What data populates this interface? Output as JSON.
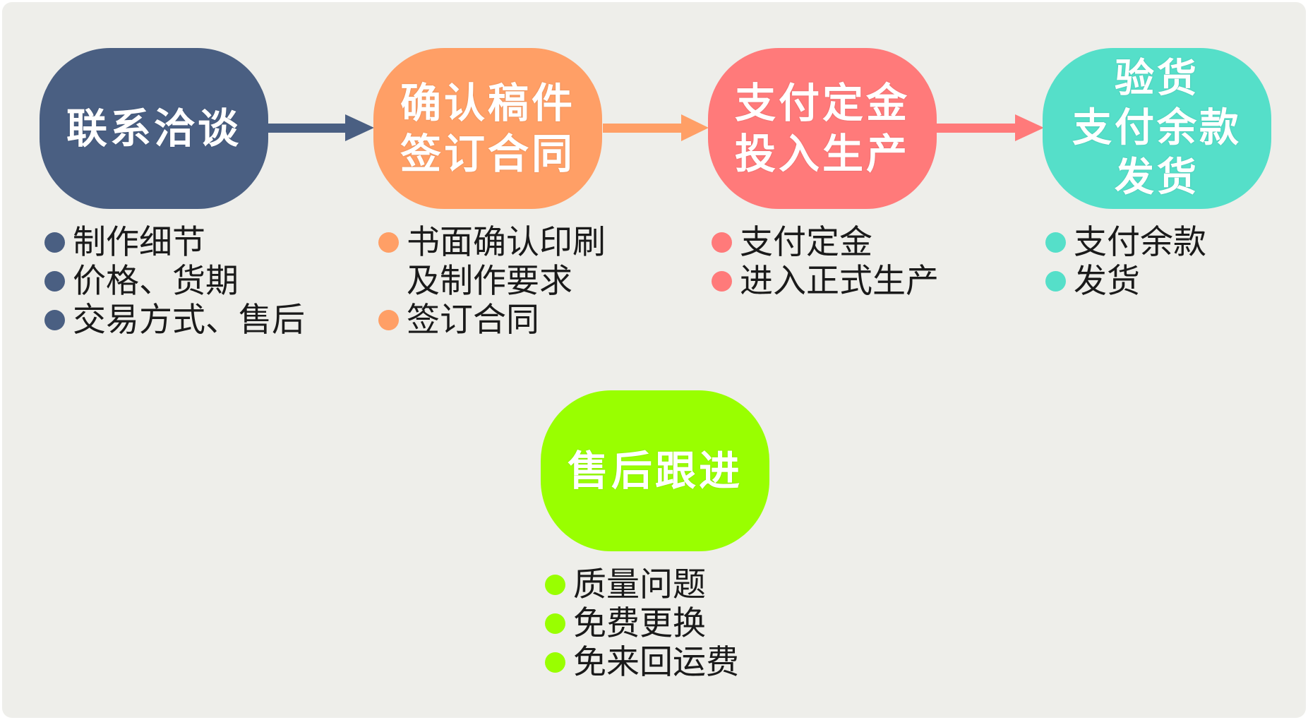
{
  "colors": {
    "background": "#eeeeea",
    "stage1": "#4a5f82",
    "stage2": "#ff9f66",
    "stage3": "#ff7a7a",
    "stage4": "#55dfc9",
    "stage5": "#99ff00",
    "text": "#1a1a1a"
  },
  "stages": [
    {
      "lines": [
        "联系洽谈"
      ],
      "bullets": [
        [
          "制作细节"
        ],
        [
          "价格、货期"
        ],
        [
          "交易方式、售后"
        ]
      ]
    },
    {
      "lines": [
        "确认稿件",
        "签订合同"
      ],
      "bullets": [
        [
          "书面确认印刷",
          "及制作要求"
        ],
        [
          "签订合同"
        ]
      ]
    },
    {
      "lines": [
        "支付定金",
        "投入生产"
      ],
      "bullets": [
        [
          "支付定金"
        ],
        [
          "进入正式生产"
        ]
      ]
    },
    {
      "lines": [
        "验货",
        "支付余款",
        "发货"
      ],
      "bullets": [
        [
          "支付余款"
        ],
        [
          "发货"
        ]
      ]
    },
    {
      "lines": [
        "售后跟进"
      ],
      "bullets": [
        [
          "质量问题"
        ],
        [
          "免费更换"
        ],
        [
          "免来回运费"
        ]
      ]
    }
  ]
}
